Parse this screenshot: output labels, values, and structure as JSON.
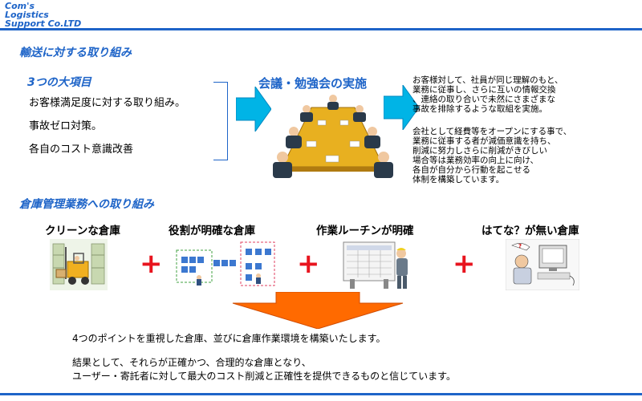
{
  "header": {
    "logo_lines": [
      "Com's",
      "Logistics",
      "Support Co.LTD"
    ]
  },
  "transport": {
    "title": "輸送に対する取り組み",
    "items_title": "3つの大項目",
    "items": [
      "お客様満足度に対する取り組み。",
      "事故ゼロ対策。",
      "各自のコスト意識改善"
    ],
    "meeting_title": "会議・勉強会の実施",
    "description_p1": [
      "お客様対して、社員が同じ理解のもと、",
      "業務に従事し、さらに互いの情報交換",
      "、連絡の取り合いで未然にさまざまな",
      "事故を排除するような取組を実施。"
    ],
    "description_p2": [
      "会社として経費等をオープンにする事で、",
      "業務に従事する者が減価意識を持ち、",
      "削減に努力しさらに削減がきびしい",
      "場合等は業務効率の向上に向け、",
      "各自が自分から行動を起こせる",
      "体制を構築しています。"
    ]
  },
  "warehouse": {
    "title": "倉庫管理業務への取り組み",
    "pillars": [
      {
        "label": "クリーンな倉庫",
        "icon": "forklift-warehouse-illustration"
      },
      {
        "label": "役割が明確な倉庫",
        "icon": "roles-diagram-illustration"
      },
      {
        "label": "作業ルーチンが明確",
        "icon": "worker-board-illustration"
      },
      {
        "label": "はてな？が無い倉庫",
        "icon": "puzzled-computer-user-illustration"
      }
    ],
    "plus_sign": "+"
  },
  "conclusion": {
    "line1": "4つのポイントを重視した倉庫、並びに倉庫作業環境を構築いたします。",
    "line2": "結果として、それらが正確かつ、合理的な倉庫となり、",
    "line3": "ユーザー・寄託者に対して最大のコスト削減と正確性を提供できるものと信じています。"
  },
  "colors": {
    "brand_blue": "#1e64c8",
    "arrow_cyan": "#00b4e6",
    "arrow_orange": "#ff6a00",
    "plus_red": "#e8141e"
  }
}
